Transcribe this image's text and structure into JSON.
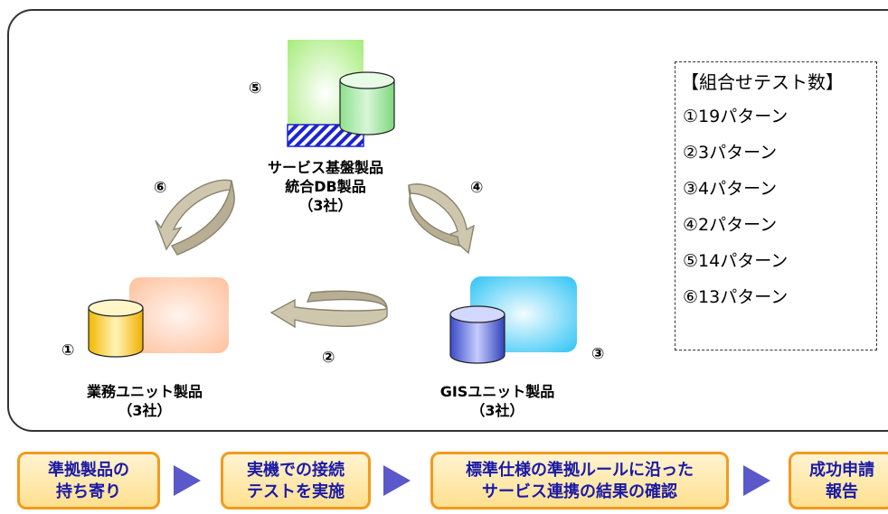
{
  "services_node": {
    "number": "⑤",
    "label_line1": "サービス基盤製品",
    "label_line2": "統合DB製品",
    "label_line3": "（3社）"
  },
  "business_node": {
    "number": "①",
    "label_line1": "業務ユニット製品",
    "label_line2": "（3社）"
  },
  "gis_node": {
    "number": "③",
    "label_line1": "GISユニット製品",
    "label_line2": "（3社）"
  },
  "arrows": {
    "left": "⑥",
    "right": "④",
    "bottom": "②"
  },
  "legend": {
    "title": "【組合せテスト数】",
    "items": [
      "①19パターン",
      "②3パターン",
      "③4パターン",
      "④2パターン",
      "⑤14パターン",
      "⑥13パターン"
    ]
  },
  "steps": [
    {
      "line1": "準拠製品の",
      "line2": "持ち寄り"
    },
    {
      "line1": "実機での接続",
      "line2": "テストを実施"
    },
    {
      "line1": "標準仕様の準拠ルールに沿った",
      "line2": "サービス連携の結果の確認"
    },
    {
      "line1": "成功申請",
      "line2": "報告"
    }
  ],
  "colors": {
    "services_block": "#b5ef8a",
    "business_block": "#ffc8a8",
    "gis_block": "#5fd1f7",
    "arrow": "#c9bfa3",
    "step_border": "#f39a1e",
    "step_text": "#1a1aa8",
    "flow_triangle": "#5b58c9"
  }
}
